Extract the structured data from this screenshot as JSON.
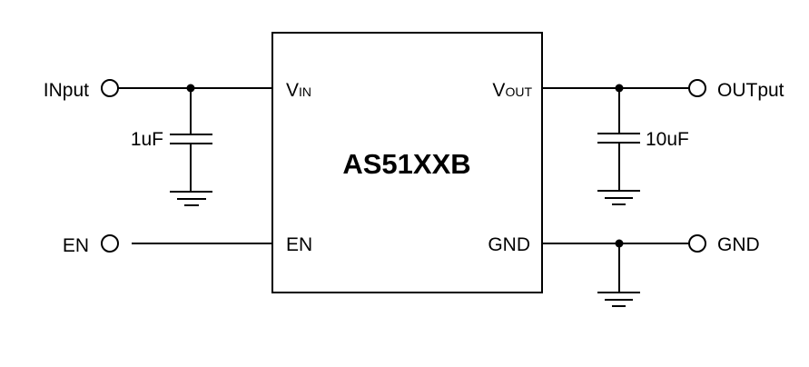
{
  "chip": {
    "name": "AS51XXB"
  },
  "pins": {
    "vin_main": "V",
    "vin_sub": "IN",
    "vout_main": "V",
    "vout_sub": "OUT",
    "en": "EN",
    "gnd": "GND"
  },
  "terminals": {
    "input": "INput",
    "en": "EN",
    "output": "OUTput",
    "gnd": "GND"
  },
  "components": {
    "input_cap": "1uF",
    "output_cap": "10uF"
  }
}
